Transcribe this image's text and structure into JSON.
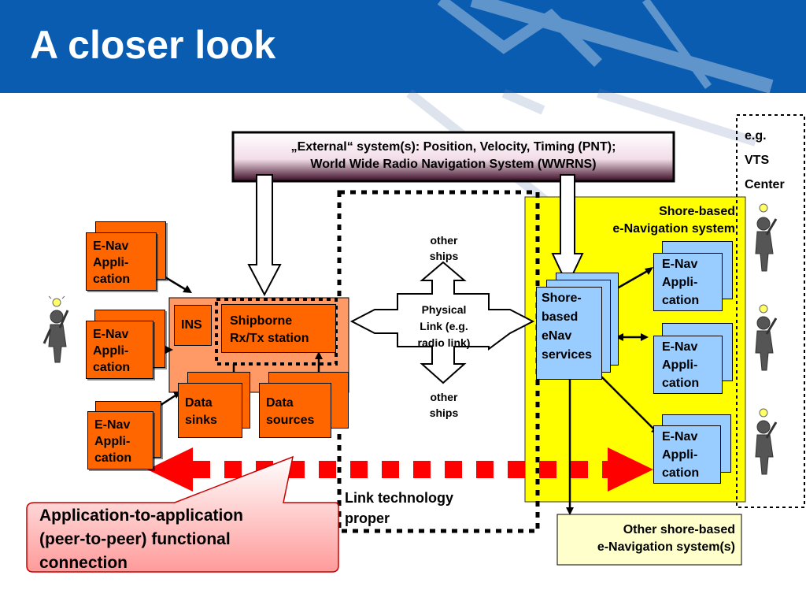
{
  "slide": {
    "title": "A closer look"
  },
  "external": {
    "line1": "„External“ system(s): Position, Velocity, Timing (PNT);",
    "line2": "World Wide Radio Navigation System (WWRNS)"
  },
  "ship": {
    "apps": [
      {
        "line1": "E-Nav",
        "line2": "Appli-",
        "line3": "cation"
      },
      {
        "line1": "E-Nav",
        "line2": "Appli-",
        "line3": "cation"
      },
      {
        "line1": "E-Nav",
        "line2": "Appli-",
        "line3": "cation"
      }
    ],
    "ins": "INS",
    "rx_line1": "Shipborne",
    "rx_line2": "Rx/Tx station",
    "sinks_line1": "Data",
    "sinks_line2": "sinks",
    "sources_line1": "Data",
    "sources_line2": "sources"
  },
  "link": {
    "other_top_1": "other",
    "other_top_2": "ships",
    "center_1": "Physical",
    "center_2": "Link (e.g.",
    "center_3": "radio link)",
    "other_bottom_1": "other",
    "other_bottom_2": "ships",
    "tech_1": "Link technology",
    "tech_2": "proper"
  },
  "shore": {
    "system_line1": "Shore-based",
    "system_line2": "e-Navigation system",
    "services": [
      "Shore-",
      "based",
      "eNav",
      "services"
    ],
    "apps": [
      {
        "line1": "E-Nav",
        "line2": "Appli-",
        "line3": "cation"
      },
      {
        "line1": "E-Nav",
        "line2": "Appli-",
        "line3": "cation"
      },
      {
        "line1": "E-Nav",
        "line2": "Appli-",
        "line3": "cation"
      }
    ],
    "other_line1": "Other shore-based",
    "other_line2": "e-Navigation system(s)"
  },
  "vts": {
    "line1": "e.g.",
    "line2": "VTS",
    "line3": "Center"
  },
  "callout": {
    "line1": "Application-to-application",
    "line2": "(peer-to-peer) functional",
    "line3": "connection"
  },
  "colors": {
    "header": "#0a5cb0",
    "ship_box": "#ff6600",
    "shore_area": "#ffff00",
    "shore_box": "#99ccff",
    "arrow_red": "#ff0000",
    "callout_bg": "#ffcccc"
  }
}
